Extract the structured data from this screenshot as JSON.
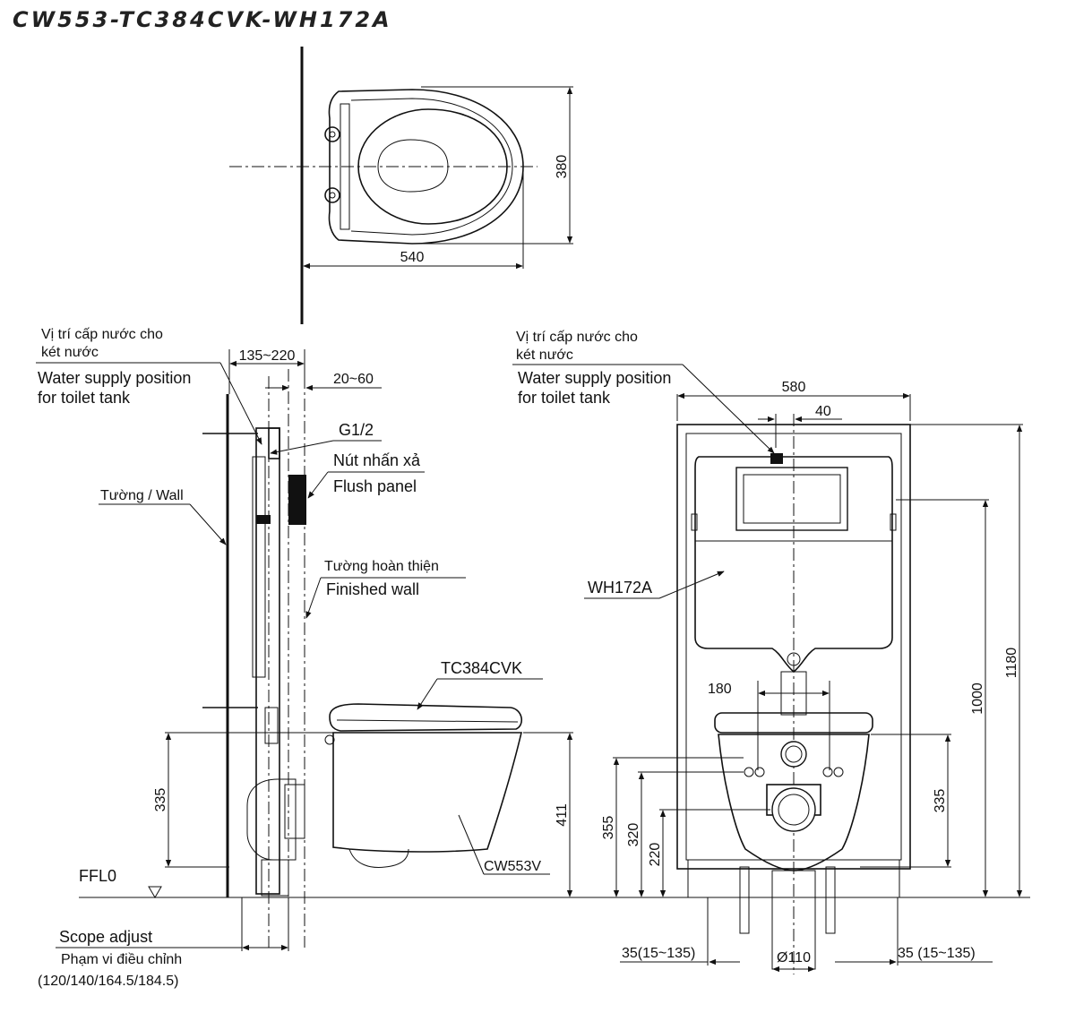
{
  "title": "CW553-TC384CVK-WH172A",
  "top_view": {
    "dim_width": "540",
    "dim_depth": "380"
  },
  "side_view": {
    "water_supply_vi_1": "Vị trí cấp nước cho",
    "water_supply_vi_2": "két nước",
    "water_supply_en_1": "Water supply position",
    "water_supply_en_2": "for toilet tank",
    "dim_frame_offset": "135~220",
    "dim_pipe_offset": "20~60",
    "thread_label": "G1/2",
    "flush_vi": "Nút nhấn xả",
    "flush_en": "Flush panel",
    "wall_label": "Tường / Wall",
    "finished_vi": "Tường hoàn thiện",
    "finished_en": "Finished wall",
    "seat_model": "TC384CVK",
    "bowl_model": "CW553V",
    "dim_rim_height": "411",
    "dim_mount_height": "335",
    "floor_label": "FFL0",
    "scope_en": "Scope adjust",
    "scope_vi": "Phạm vi điều chỉnh",
    "scope_values": "(120/140/164.5/184.5)"
  },
  "front_view": {
    "water_supply_vi_1": "Vị trí cấp nước cho",
    "water_supply_vi_2": "két nước",
    "water_supply_en_1": "Water supply position",
    "water_supply_en_2": "for toilet tank",
    "dim_frame_width": "580",
    "dim_inlet_offset": "40",
    "frame_model": "WH172A",
    "dim_bolt_spacing": "180",
    "dim_total_height": "1180",
    "dim_flush_height": "1000",
    "dim_mount_height": "335",
    "dim_355": "355",
    "dim_320": "320",
    "dim_220": "220",
    "dim_leg_left": "35(15~135)",
    "dim_leg_right": "35 (15~135)",
    "dim_drain": "Ø110"
  }
}
